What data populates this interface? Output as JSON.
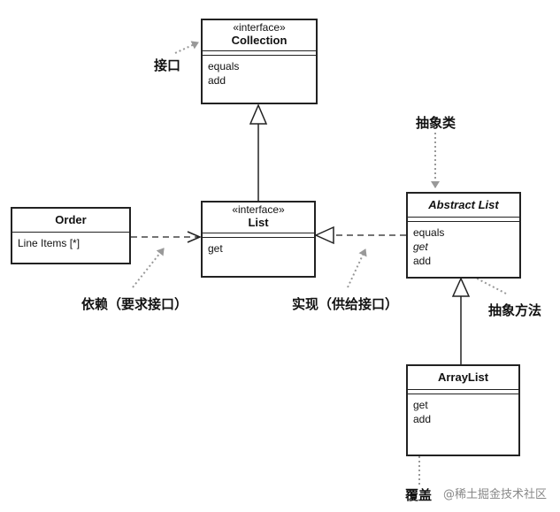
{
  "classes": {
    "collection": {
      "stereotype": "«interface»",
      "name": "Collection",
      "members": [
        "equals",
        "add"
      ]
    },
    "list": {
      "stereotype": "«interface»",
      "name": "List",
      "members": [
        "get"
      ]
    },
    "order": {
      "name": "Order",
      "members": [
        "Line Items [*]"
      ]
    },
    "abstract_list": {
      "name": "Abstract List",
      "members": [
        "equals",
        "get",
        "add"
      ]
    },
    "array_list": {
      "name": "ArrayList",
      "members": [
        "get",
        "add"
      ]
    }
  },
  "labels": {
    "interface": "接口",
    "abstract_class": "抽象类",
    "dependency": "依赖（要求接口）",
    "realization": "实现（供给接口）",
    "abstract_method": "抽象方法",
    "override": "覆盖"
  },
  "watermark": "@稀土掘金技术社区",
  "colors": {
    "line": "#222222",
    "annotation_arrow": "#999999"
  }
}
